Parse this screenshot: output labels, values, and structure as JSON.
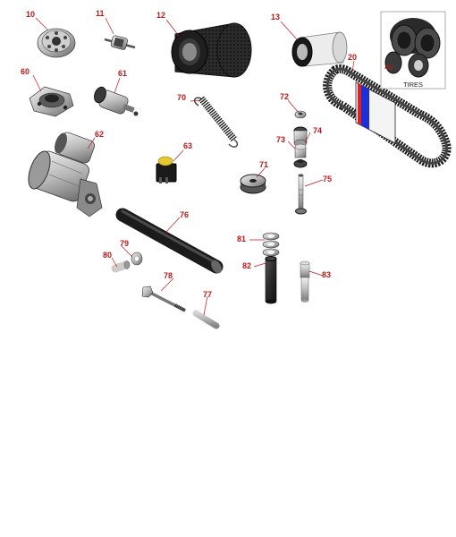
{
  "diagram": {
    "label_color": "#c01818",
    "leader_color": "#c01818",
    "callouts": {
      "p10": "10",
      "p11": "11",
      "p12": "12",
      "p13": "13",
      "p20": "20",
      "p60": "60",
      "p61": "61",
      "p62": "62",
      "p63": "63",
      "p70": "70",
      "p71": "71",
      "p72": "72",
      "p73": "73",
      "p74": "74",
      "p75": "75",
      "p76": "76",
      "p77": "77",
      "p78": "78",
      "p79": "79",
      "p80": "80",
      "p81": "81",
      "p82": "82",
      "p83": "83"
    },
    "tires_inset": {
      "number": "40",
      "label": "TIRES"
    }
  }
}
